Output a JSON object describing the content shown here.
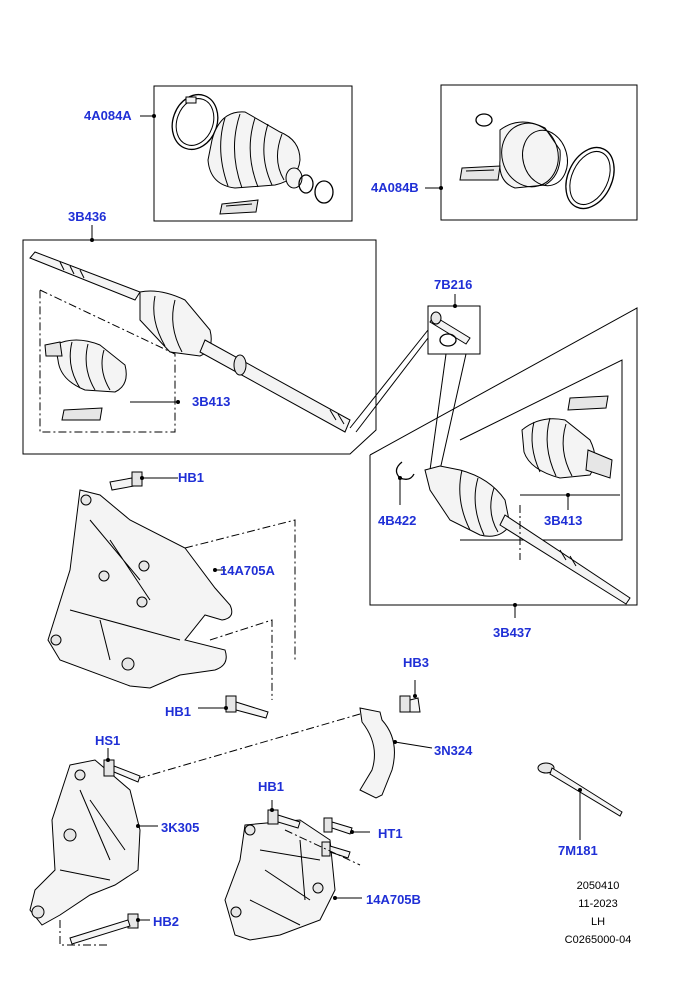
{
  "callouts": {
    "c_4A084A": "4A084A",
    "c_4A084B": "4A084B",
    "c_3B436": "3B436",
    "c_7B216": "7B216",
    "c_3B413_left": "3B413",
    "c_HB1_top": "HB1",
    "c_4B422": "4B422",
    "c_3B413_right": "3B413",
    "c_14A705A": "14A705A",
    "c_3B437": "3B437",
    "c_HB3": "HB3",
    "c_HB1_mid": "HB1",
    "c_HS1": "HS1",
    "c_3N324": "3N324",
    "c_3K305": "3K305",
    "c_HB1_low": "HB1",
    "c_HT1": "HT1",
    "c_7M181": "7M181",
    "c_14A705B": "14A705B",
    "c_HB2": "HB2"
  },
  "footer": {
    "code": "2050410",
    "date": "11-2023",
    "side": "LH",
    "ref": "C0265000-04"
  },
  "colors": {
    "callout": "#1f2fd6",
    "line": "#000000",
    "part_fill": "#f2f2f2"
  }
}
